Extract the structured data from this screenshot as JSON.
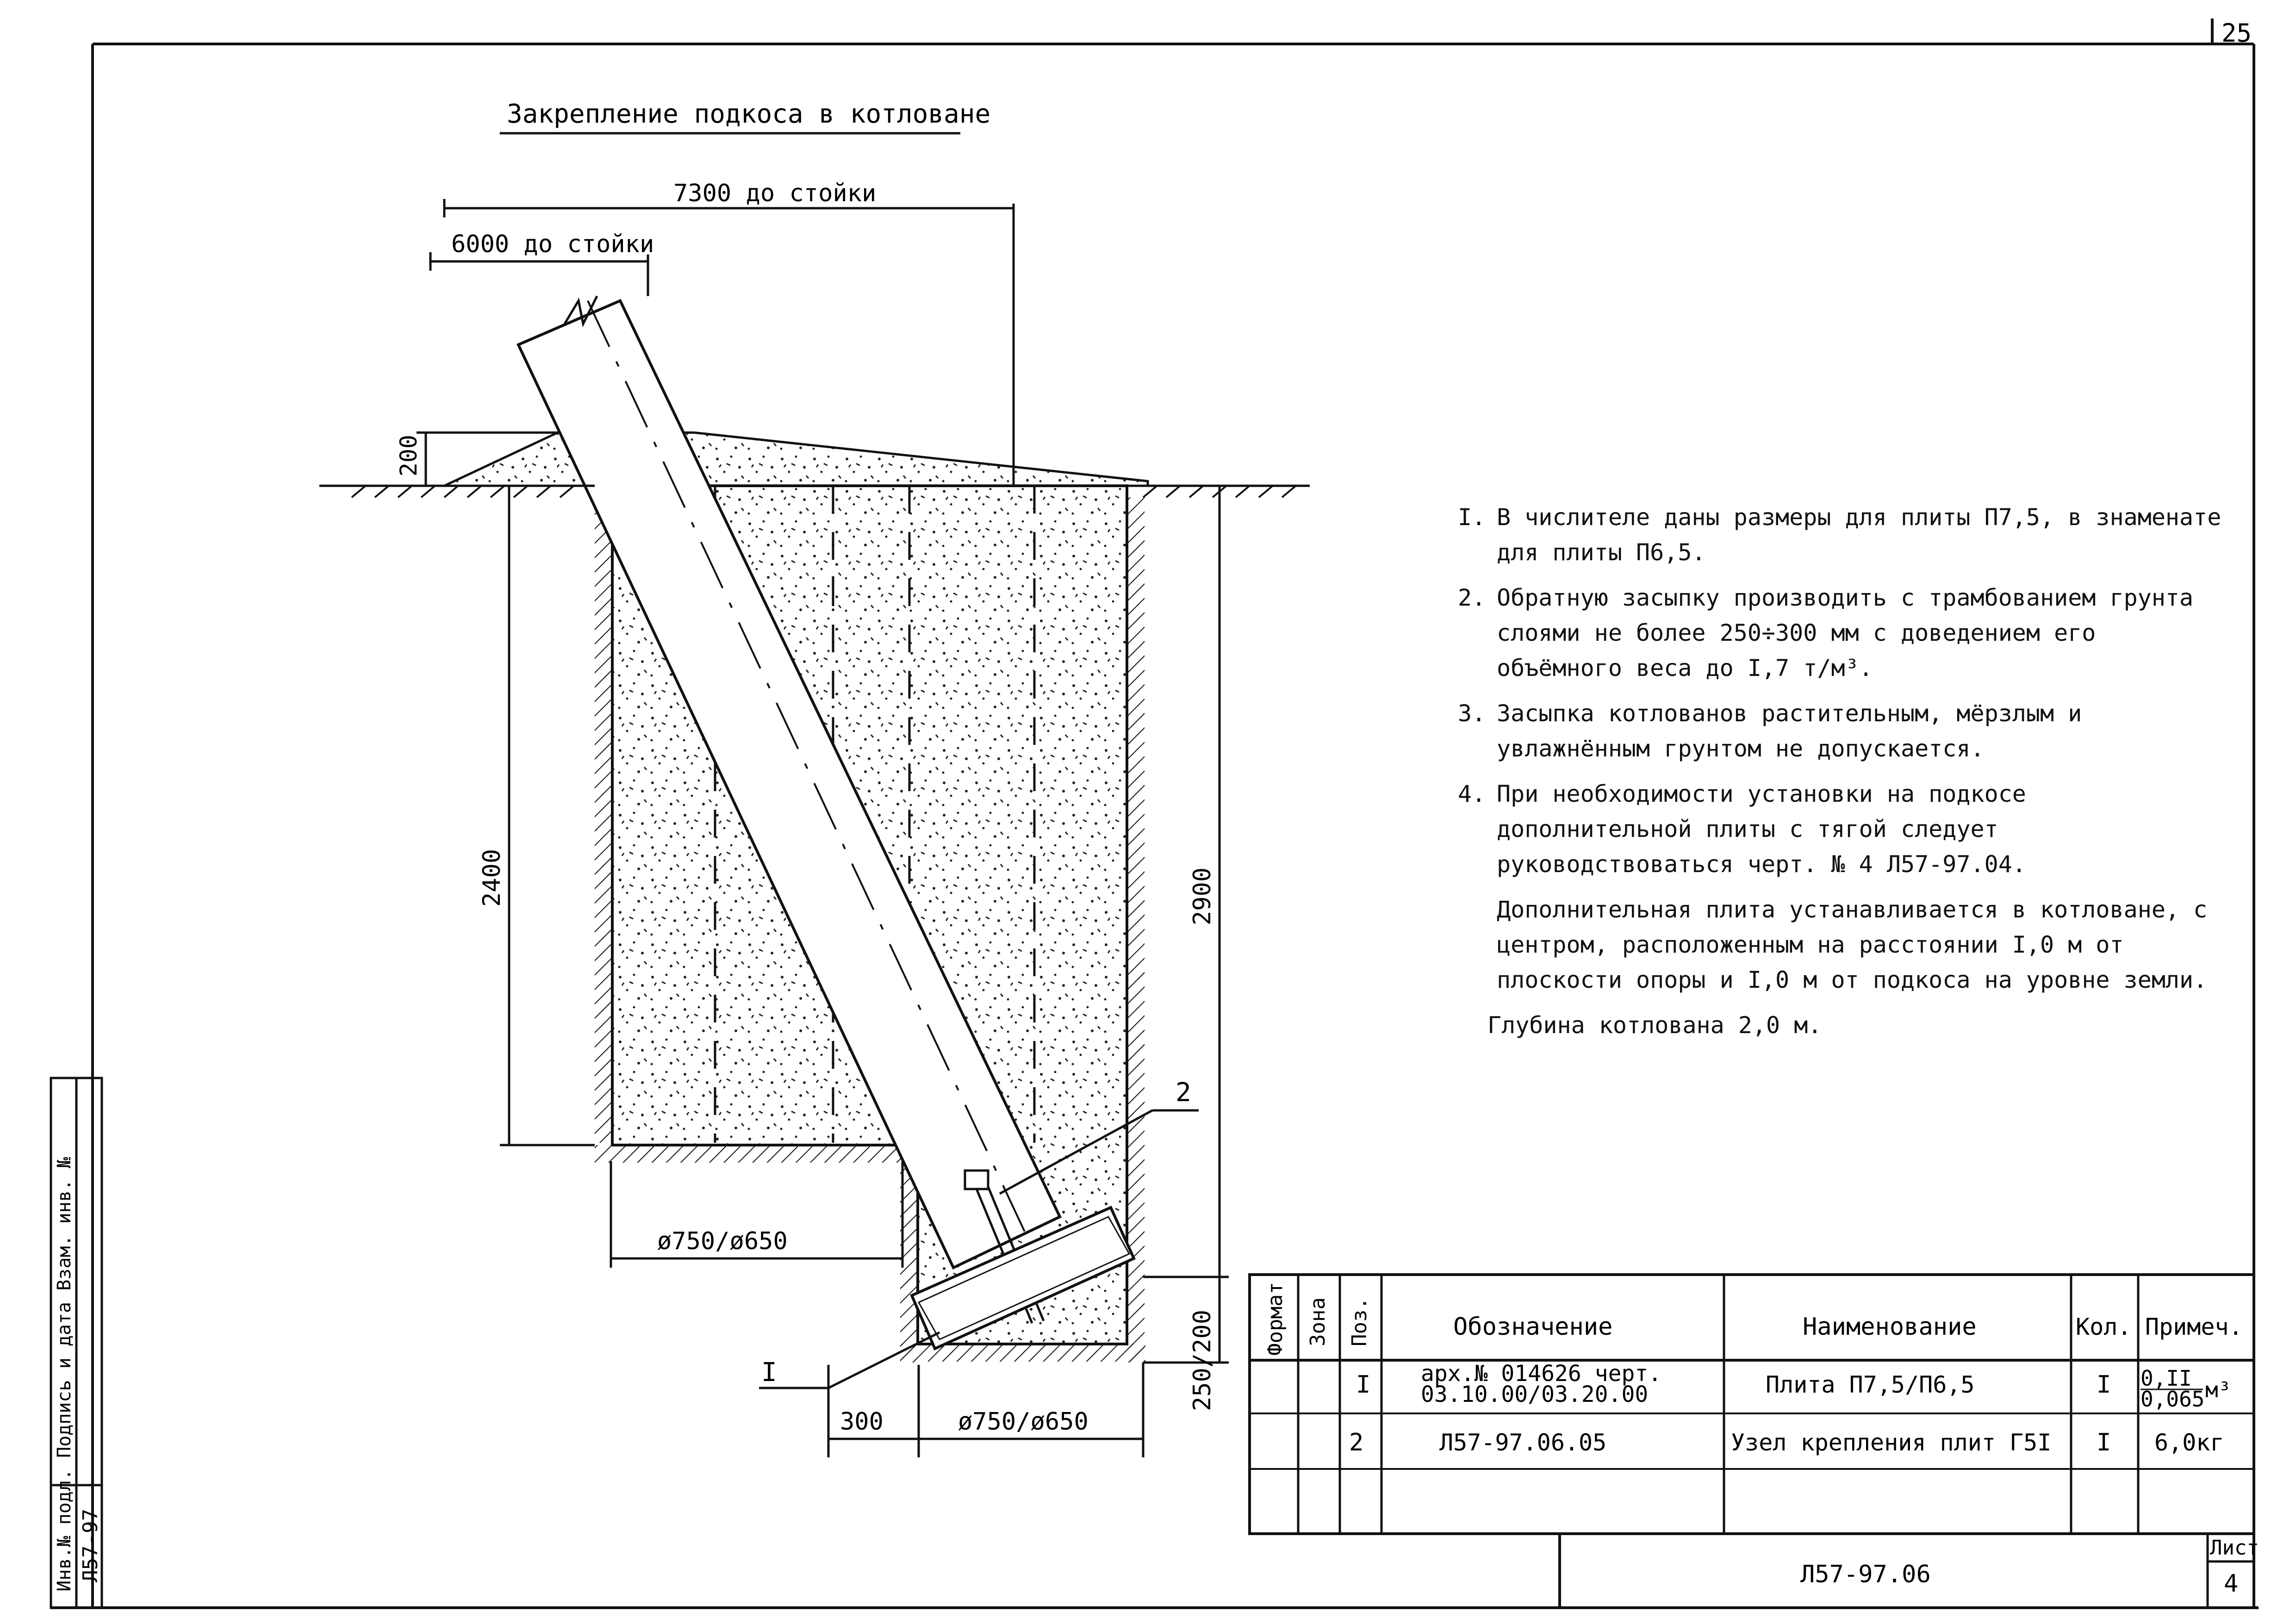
{
  "page_number": "25",
  "drawing_title": "Закрепление подкоса в котловане",
  "dimensions": {
    "d7300": "7300 до стойки",
    "d6000": "6000 до стойки",
    "d200": "200",
    "d2400": "2400",
    "d2900": "2900",
    "d750_650_top": "ø750/ø650",
    "d750_650_bottom": "ø750/ø650",
    "d300": "300",
    "d250_200": "250/200"
  },
  "callouts": {
    "c1": "I",
    "c2": "2"
  },
  "notes": [
    {
      "num": "I.",
      "text": "В числителе даны размеры для плиты П7,5, в знаменате для плиты П6,5."
    },
    {
      "num": "2.",
      "text": "Обратную засыпку производить с трамбованием грунта слоями не более 250÷300 мм с доведением его объёмного веса до I,7 т/м³."
    },
    {
      "num": "3.",
      "text": "Засыпка котлованов растительным, мёрзлым и увлажнённым грунтом не допускается."
    },
    {
      "num": "4.",
      "text": "При необходимости установки на подкосе дополнительной плиты с тягой следует руководствоваться черт. № 4 Л57-97.04."
    }
  ],
  "note_extra": "Дополнительная плита устанавливается в котловане, с центром, расположенным на расстоянии I,0 м от плоскости опоры и I,0 м от подкоса на уровне земли.",
  "note_depth": "Глубина котлована 2,0 м.",
  "table": {
    "headers": {
      "format": "Формат",
      "zone": "Зона",
      "pos": "Поз.",
      "designation": "Обозначение",
      "name": "Наименование",
      "qty": "Кол.",
      "note": "Примеч."
    },
    "rows": [
      {
        "pos": "I",
        "designation_l1": "арх.№ 014626 черт.",
        "designation_l2": "03.10.00/03.20.00",
        "name": "Плита П7,5/П6,5",
        "qty": "I",
        "note_num": "0,II",
        "note_den": "0,065",
        "note_unit": "м³"
      },
      {
        "pos": "2",
        "designation": "Л57-97.06.05",
        "name": "Узел крепления плит Г5I",
        "qty": "I",
        "note": "6,0кг"
      }
    ]
  },
  "title_block": {
    "code": "Л57-97.06",
    "sheet_label": "Лист",
    "sheet_number": "4"
  },
  "margin_stamp": {
    "text": "Инв.№ подл. Подпись и дата Взам. инв. №",
    "code": "Л57-97"
  }
}
